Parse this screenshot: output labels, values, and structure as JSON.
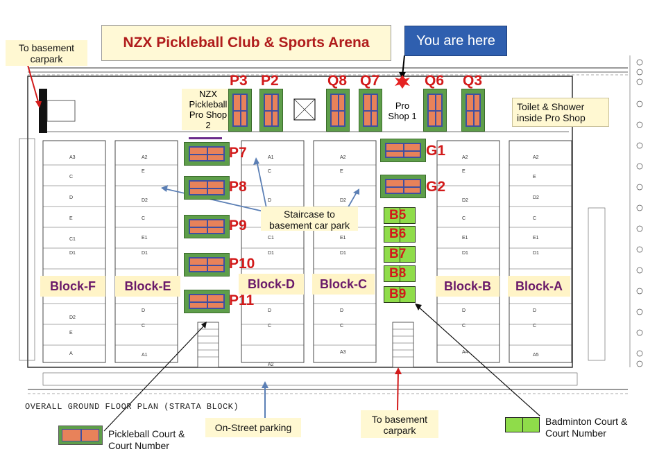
{
  "title": "NZX Pickleball Club & Sports Arena",
  "you_are_here": "You are here",
  "labels": {
    "basement_left": "To basement\ncarpark",
    "pro_shop_2": "NZX\nPickleball\nPro Shop\n2",
    "pro_shop_1": "Pro\nShop 1",
    "toilet": "Toilet & Shower\ninside Pro Shop",
    "staircase": "Staircase to\nbasement car park",
    "on_street": "On-Street parking",
    "basement_bottom": "To basement\ncarpark",
    "plan_caption": "OVERALL GROUND FLOOR PLAN (STRATA BLOCK)"
  },
  "courts_top": [
    "P3",
    "P2",
    "Q8",
    "Q7",
    "Q6",
    "Q3"
  ],
  "courts_left": [
    "P7",
    "P8",
    "P9",
    "P10",
    "P11"
  ],
  "courts_g": [
    "G1",
    "G2"
  ],
  "courts_b": [
    "B5",
    "B6",
    "B7",
    "B8",
    "B9"
  ],
  "blocks": [
    "Block-F",
    "Block-E",
    "Block-D",
    "Block-C",
    "Block-B",
    "Block-A"
  ],
  "legend": {
    "pickleball": "Pickleball Court &\nCourt Number",
    "badminton": "Badminton Court &\nCourt Number"
  },
  "colors": {
    "court_green": "#5e9e4a",
    "court_orange": "#e8825a",
    "court_blue": "#3f4fa0",
    "badminton_green": "#8fdc4a",
    "label_red": "#d21a1a",
    "block_purple": "#6a1a6a"
  }
}
